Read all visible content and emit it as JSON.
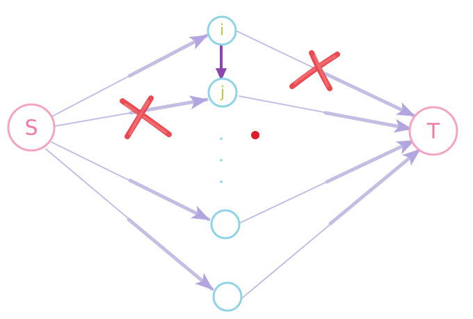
{
  "colors": {
    "background": "#ffffff",
    "source_sink_stroke": "#f4a3c0",
    "source_sink_label": "#f07aa6",
    "middle_node_stroke": "#8fd3e6",
    "middle_node_label": "#b9c93a",
    "edge": "#c6bde3",
    "edge_arrowhead": "#b3a6e0",
    "redirect_arrow": "#8e44ad",
    "cross_mark": "#e8383f",
    "ellipsis_dots": "#8fd3e6",
    "red_dot": "#dd1e2a"
  },
  "nodes": {
    "source": {
      "label": "S"
    },
    "sink": {
      "label": "T"
    },
    "i": {
      "label": "i"
    },
    "j": {
      "label": "j"
    },
    "m3": {
      "label": ""
    },
    "m4": {
      "label": ""
    }
  },
  "edges": [
    {
      "from": "source",
      "to": "i",
      "removed": false
    },
    {
      "from": "source",
      "to": "j",
      "removed": true
    },
    {
      "from": "source",
      "to": "m3",
      "removed": false
    },
    {
      "from": "source",
      "to": "m4",
      "removed": false
    },
    {
      "from": "i",
      "to": "sink",
      "removed": true
    },
    {
      "from": "j",
      "to": "sink",
      "removed": false
    },
    {
      "from": "m3",
      "to": "sink",
      "removed": false
    },
    {
      "from": "m4",
      "to": "sink",
      "removed": false
    }
  ],
  "redirect": {
    "from": "i",
    "to": "j"
  },
  "icons": {
    "cross": "cross-mark-icon",
    "dot": "red-dot-icon"
  }
}
